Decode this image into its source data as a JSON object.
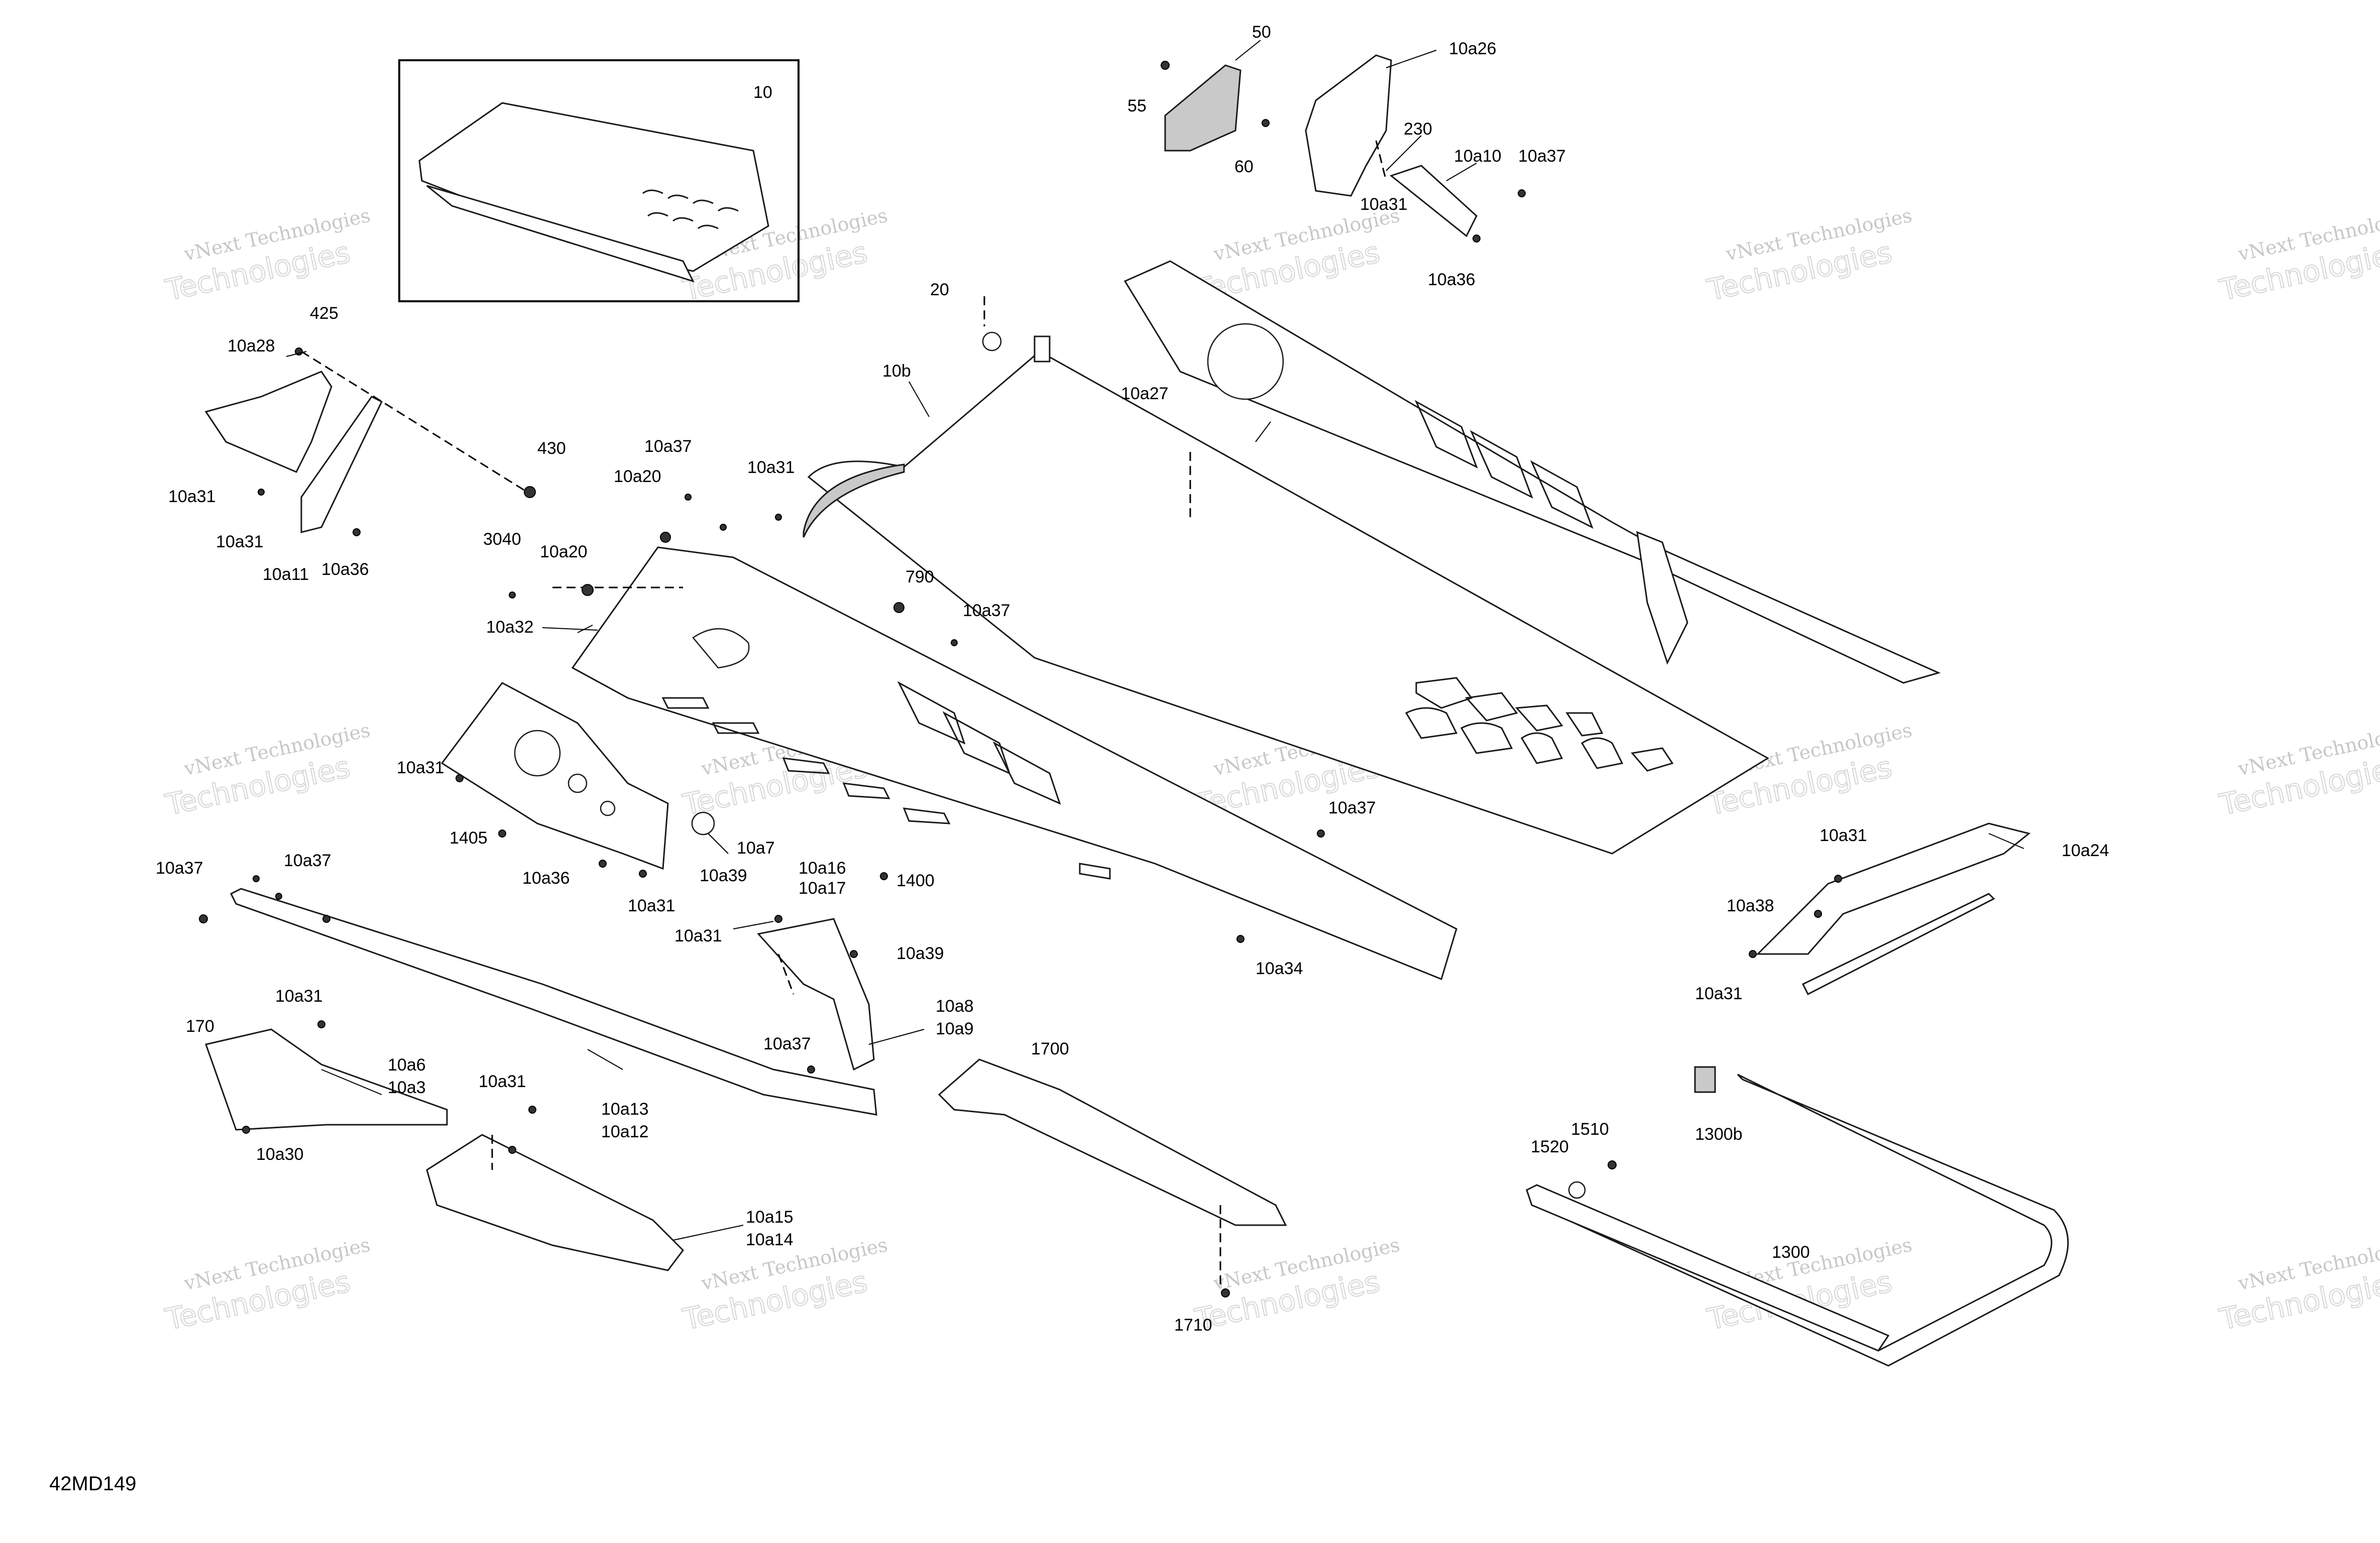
{
  "diagram": {
    "code": "42MD149",
    "watermark": {
      "line1": "vNext Technologies",
      "line2": "Technologies"
    },
    "callouts": [
      "10",
      "50",
      "55",
      "60",
      "10a26",
      "230",
      "10a10",
      "10a37",
      "10a31",
      "10a36",
      "20",
      "10b",
      "10a27",
      "425",
      "10a28",
      "430",
      "10a31",
      "10a31",
      "10a11",
      "10a36",
      "10a37",
      "10a20",
      "10a31",
      "3040",
      "10a20",
      "10a32",
      "790",
      "10a37",
      "10a31",
      "1405",
      "10a36",
      "10a31",
      "10a7",
      "10a39",
      "1400",
      "10a37",
      "10a37",
      "10a16",
      "10a17",
      "10a31",
      "10a39",
      "10a8",
      "10a9",
      "10a34",
      "10a37",
      "10a31",
      "10a24",
      "10a38",
      "10a31",
      "170",
      "10a31",
      "10a6",
      "10a3",
      "10a30",
      "10a37",
      "10a13",
      "10a12",
      "10a31",
      "10a15",
      "10a14",
      "1700",
      "1710",
      "1300b",
      "1510",
      "1520",
      "1300"
    ]
  }
}
